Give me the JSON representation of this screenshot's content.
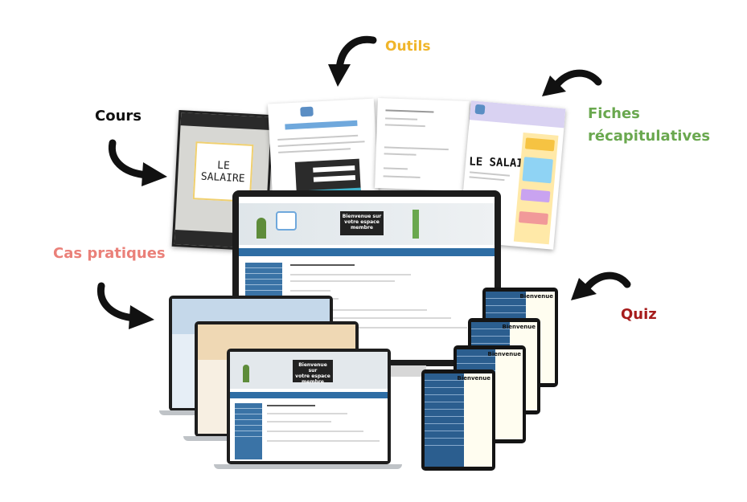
{
  "labels": {
    "cours": "Cours",
    "outils": "Outils",
    "fiches_line1": "Fiches",
    "fiches_line2": "récapitulatives",
    "cas_pratiques": "Cas pratiques",
    "quiz": "Quiz"
  },
  "documents": {
    "cover_title_line1": "LE",
    "cover_title_line2": "SALAIRE",
    "fiche_title": "LE SALAIRE"
  },
  "screens": {
    "banner_line1": "Bienvenue sur",
    "banner_line2": "votre espace",
    "banner_line3": "membre",
    "tablet_heading": "Bienvenue"
  },
  "colors": {
    "cours": "#111111",
    "outils": "#f0b52a",
    "fiches": "#6aa84f",
    "cas_pratiques": "#ea8079",
    "quiz": "#a61c1c",
    "nav_blue": "#2e6da4"
  }
}
